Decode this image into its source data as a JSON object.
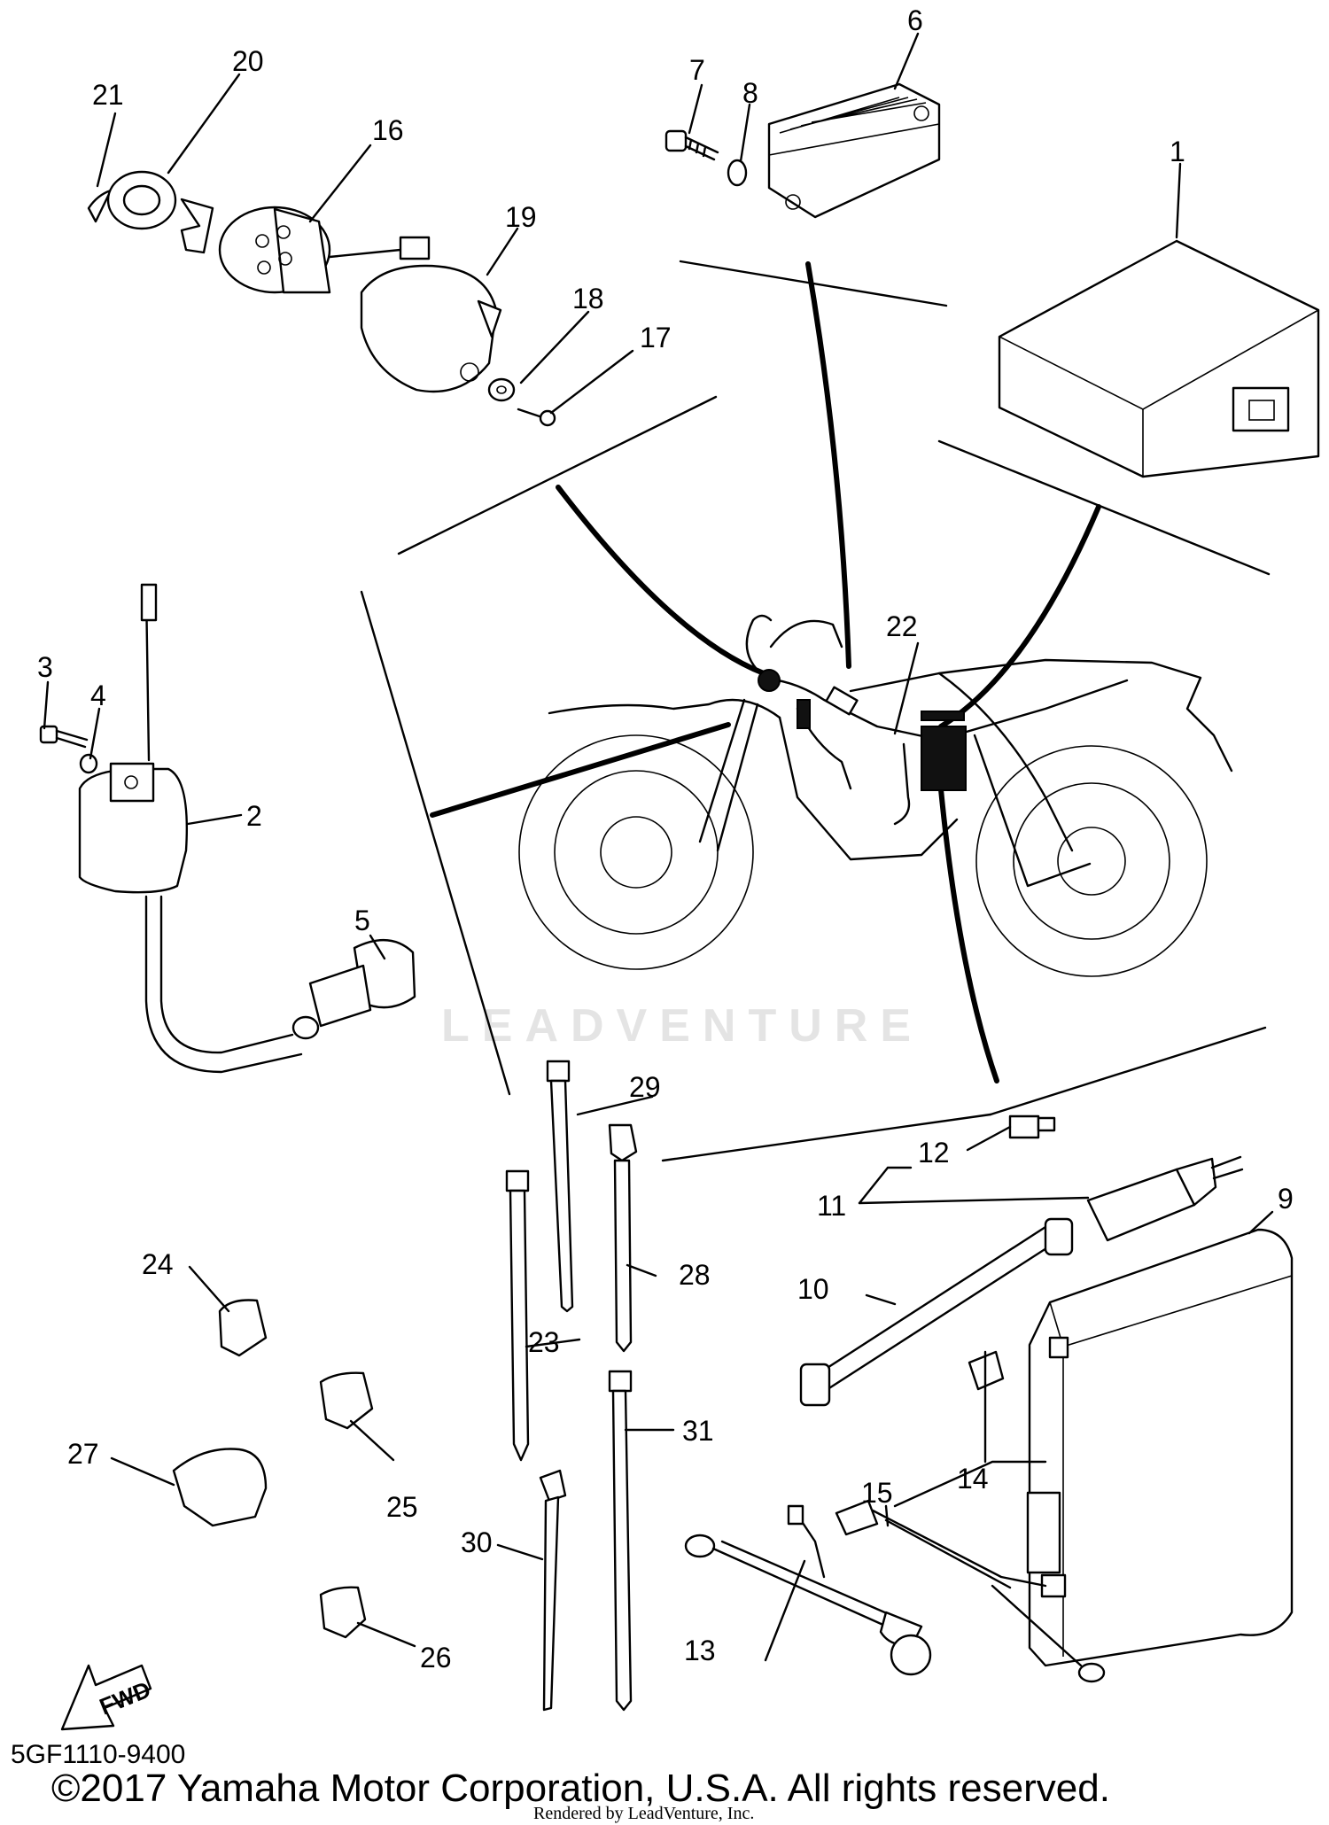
{
  "diagram": {
    "callouts": [
      "1",
      "2",
      "3",
      "4",
      "5",
      "6",
      "7",
      "8",
      "9",
      "10",
      "11",
      "12",
      "13",
      "14",
      "15",
      "16",
      "17",
      "18",
      "19",
      "20",
      "21",
      "22",
      "23",
      "24",
      "25",
      "26",
      "27",
      "28",
      "29",
      "30",
      "31"
    ],
    "fwd_label": "FWD",
    "watermark": "LEADVENTURE",
    "catalog_code": "5GF1110-9400",
    "copyright": "©2017 Yamaha Motor Corporation, U.S.A. All rights reserved.",
    "rendered_by": "Rendered by LeadVenture, Inc."
  }
}
